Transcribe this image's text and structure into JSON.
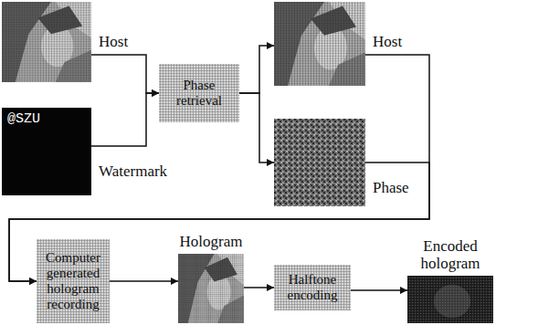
{
  "diagram": {
    "nodes": [
      {
        "text": [
          "Host"
        ]
      },
      {
        "text": [
          "@SZU",
          "Watermark"
        ]
      },
      {
        "text": [
          "Phase retrieval"
        ]
      },
      {
        "text": [
          "Host"
        ]
      },
      {
        "text": [
          "Phase"
        ]
      },
      {
        "text": [
          "Computer generated hologram recording"
        ]
      },
      {
        "text": [
          "Hologram"
        ]
      },
      {
        "text": [
          "Halftone encoding"
        ]
      },
      {
        "text": [
          "Encoded hologram"
        ]
      }
    ],
    "edges": [
      {
        "from": 0,
        "to": 2,
        "arrow": "to"
      },
      {
        "from": 1,
        "to": 2,
        "arrow": "to"
      },
      {
        "from": 2,
        "to": 3,
        "arrow": "to"
      },
      {
        "from": 2,
        "to": 4,
        "arrow": "to"
      },
      {
        "from": 3,
        "to": 5,
        "arrow": "to"
      },
      {
        "from": 4,
        "to": 5,
        "arrow": "to"
      },
      {
        "from": 5,
        "to": 6,
        "arrow": "to"
      },
      {
        "from": 6,
        "to": 7,
        "arrow": "to"
      },
      {
        "from": 7,
        "to": 8,
        "arrow": "to"
      }
    ]
  }
}
